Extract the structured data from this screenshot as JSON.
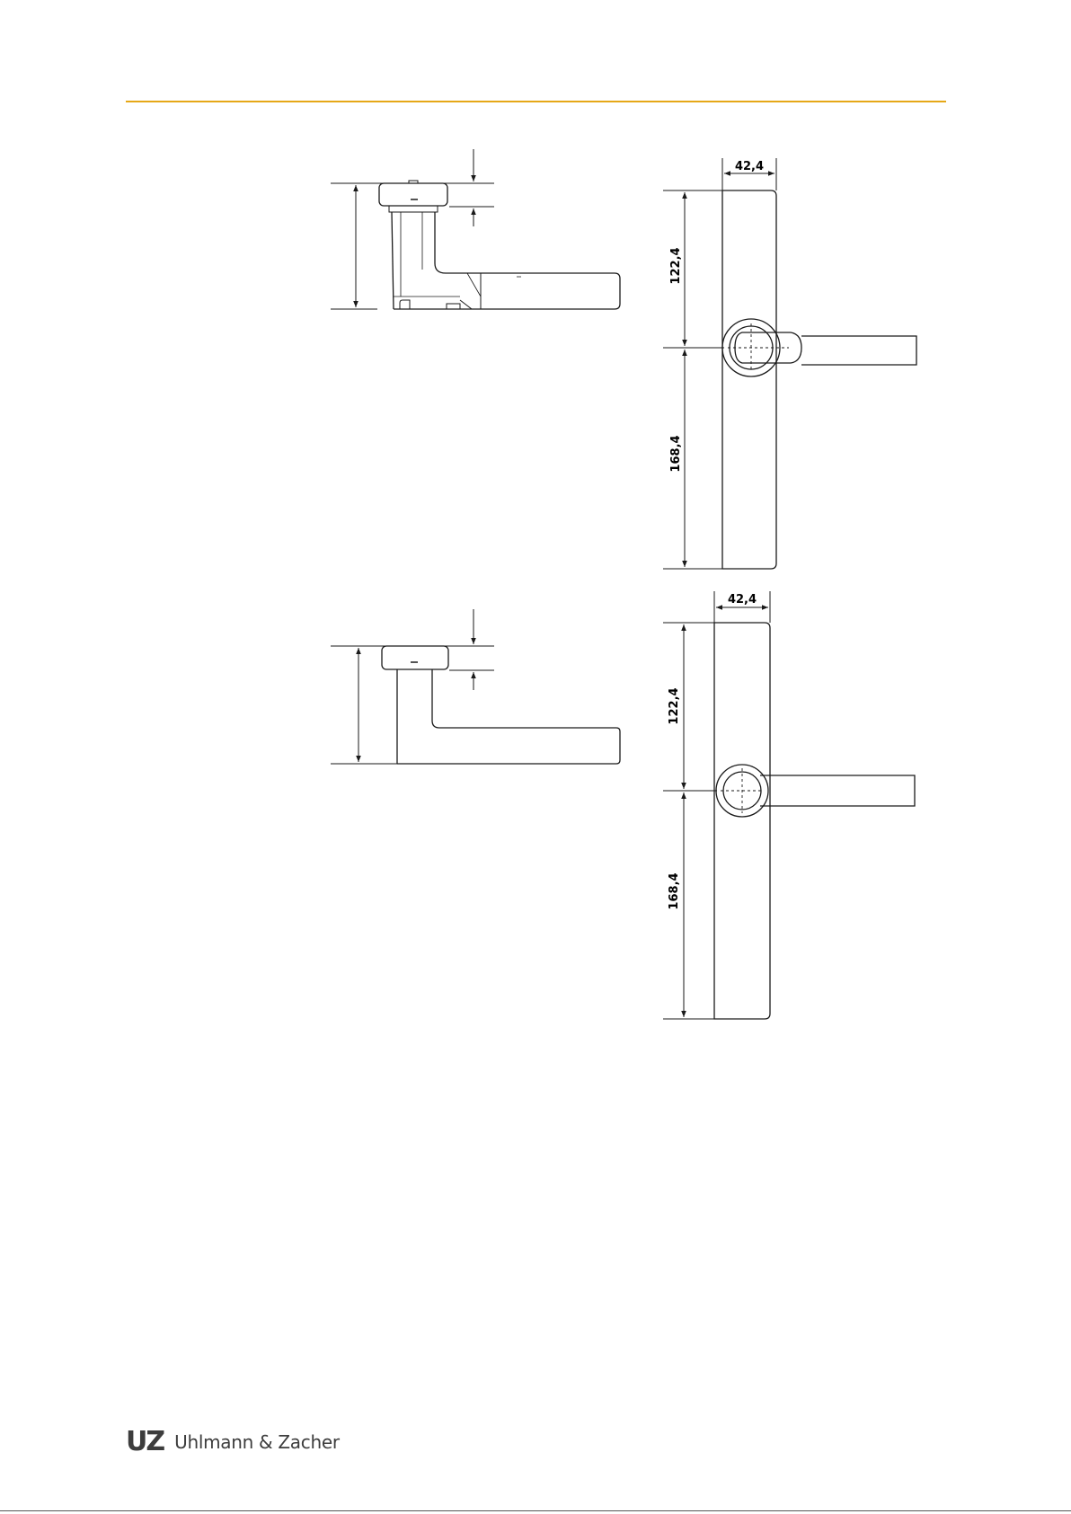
{
  "colors": {
    "accent_rule": "#e6a817",
    "line": "#1a1a1a",
    "logo": "#3d3d3d"
  },
  "dimensions": {
    "top_front_width": "42,4",
    "top_upper_height": "122,4",
    "top_lower_height": "168,4",
    "bottom_front_width": "42,4",
    "bottom_upper_height": "122,4",
    "bottom_lower_height": "168,4"
  },
  "footer": {
    "logo_mark": "UZ",
    "company": "Uhlmann & Zacher"
  }
}
